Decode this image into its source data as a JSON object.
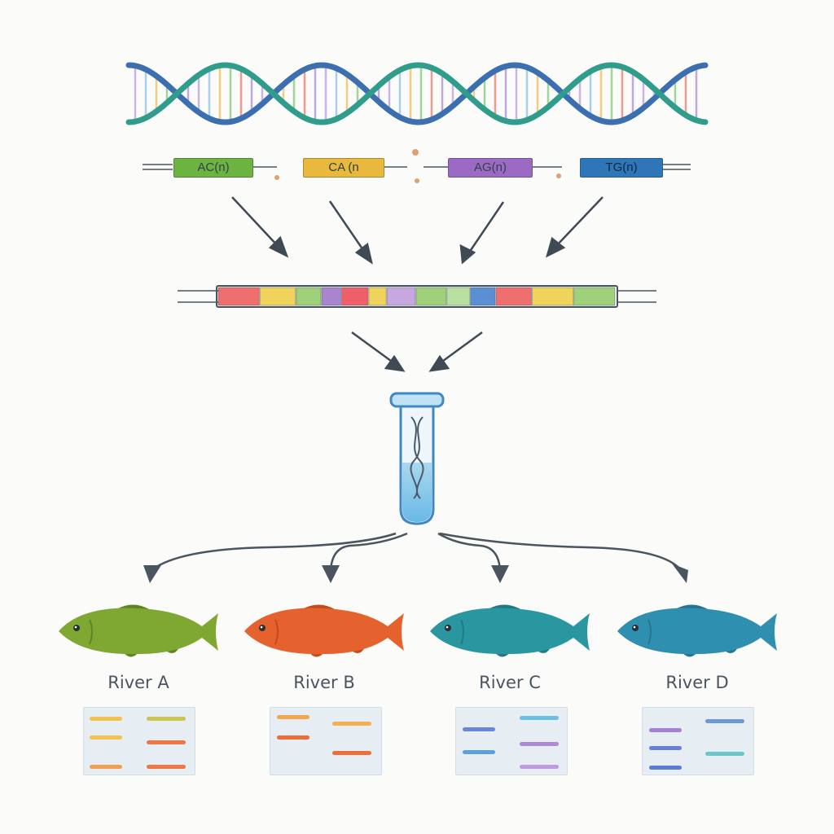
{
  "markers": [
    {
      "label": "AC(n)",
      "color": "#6cb33f"
    },
    {
      "label": "CA (n",
      "color": "#e8b93c"
    },
    {
      "label": "AG(n)",
      "color": "#9b6bc4"
    },
    {
      "label": "TG(n)",
      "color": "#2f76b8"
    }
  ],
  "combined_segments": [
    "#ef6f6f",
    "#f0d35a",
    "#9fd07a",
    "#a985cf",
    "#ee5f6a",
    "#f0d35a",
    "#c7a7df",
    "#9fd07a",
    "#b8e0a0",
    "#5a8fd6"
  ],
  "rivers": [
    {
      "label": "River A",
      "fish_color": "#7fa832",
      "fish_dark": "#5d8420",
      "bands": [
        {
          "color": "#f2c14e"
        },
        {
          "color": "#f2c14e"
        },
        {
          "color": "#c9c454"
        },
        {
          "color": "#ee7744"
        },
        {
          "color": "#f0a050"
        },
        {
          "color": "#ee7744"
        }
      ]
    },
    {
      "label": "River B",
      "fish_color": "#e5622e",
      "fish_dark": "#c44a1c",
      "bands": [
        {
          "color": "#f2a64e"
        },
        {
          "color": "#ee6d3a"
        },
        {
          "color": "#f2b04e"
        },
        {
          "color": "#ee6d3a"
        }
      ]
    },
    {
      "label": "River C",
      "fish_color": "#2a97a0",
      "fish_dark": "#1f7a84",
      "bands": [
        {
          "color": "#6a86d8"
        },
        {
          "color": "#5aa0dc"
        },
        {
          "color": "#6ac0e0"
        },
        {
          "color": "#b088d8"
        },
        {
          "color": "#c09ae0"
        }
      ]
    },
    {
      "label": "River D",
      "fish_color": "#2f8fb0",
      "fish_dark": "#237590",
      "bands": [
        {
          "color": "#a67fd6"
        },
        {
          "color": "#6a7fd8"
        },
        {
          "color": "#5a7cd6"
        },
        {
          "color": "#6a9ad8"
        },
        {
          "color": "#6cc8c8"
        }
      ]
    }
  ]
}
